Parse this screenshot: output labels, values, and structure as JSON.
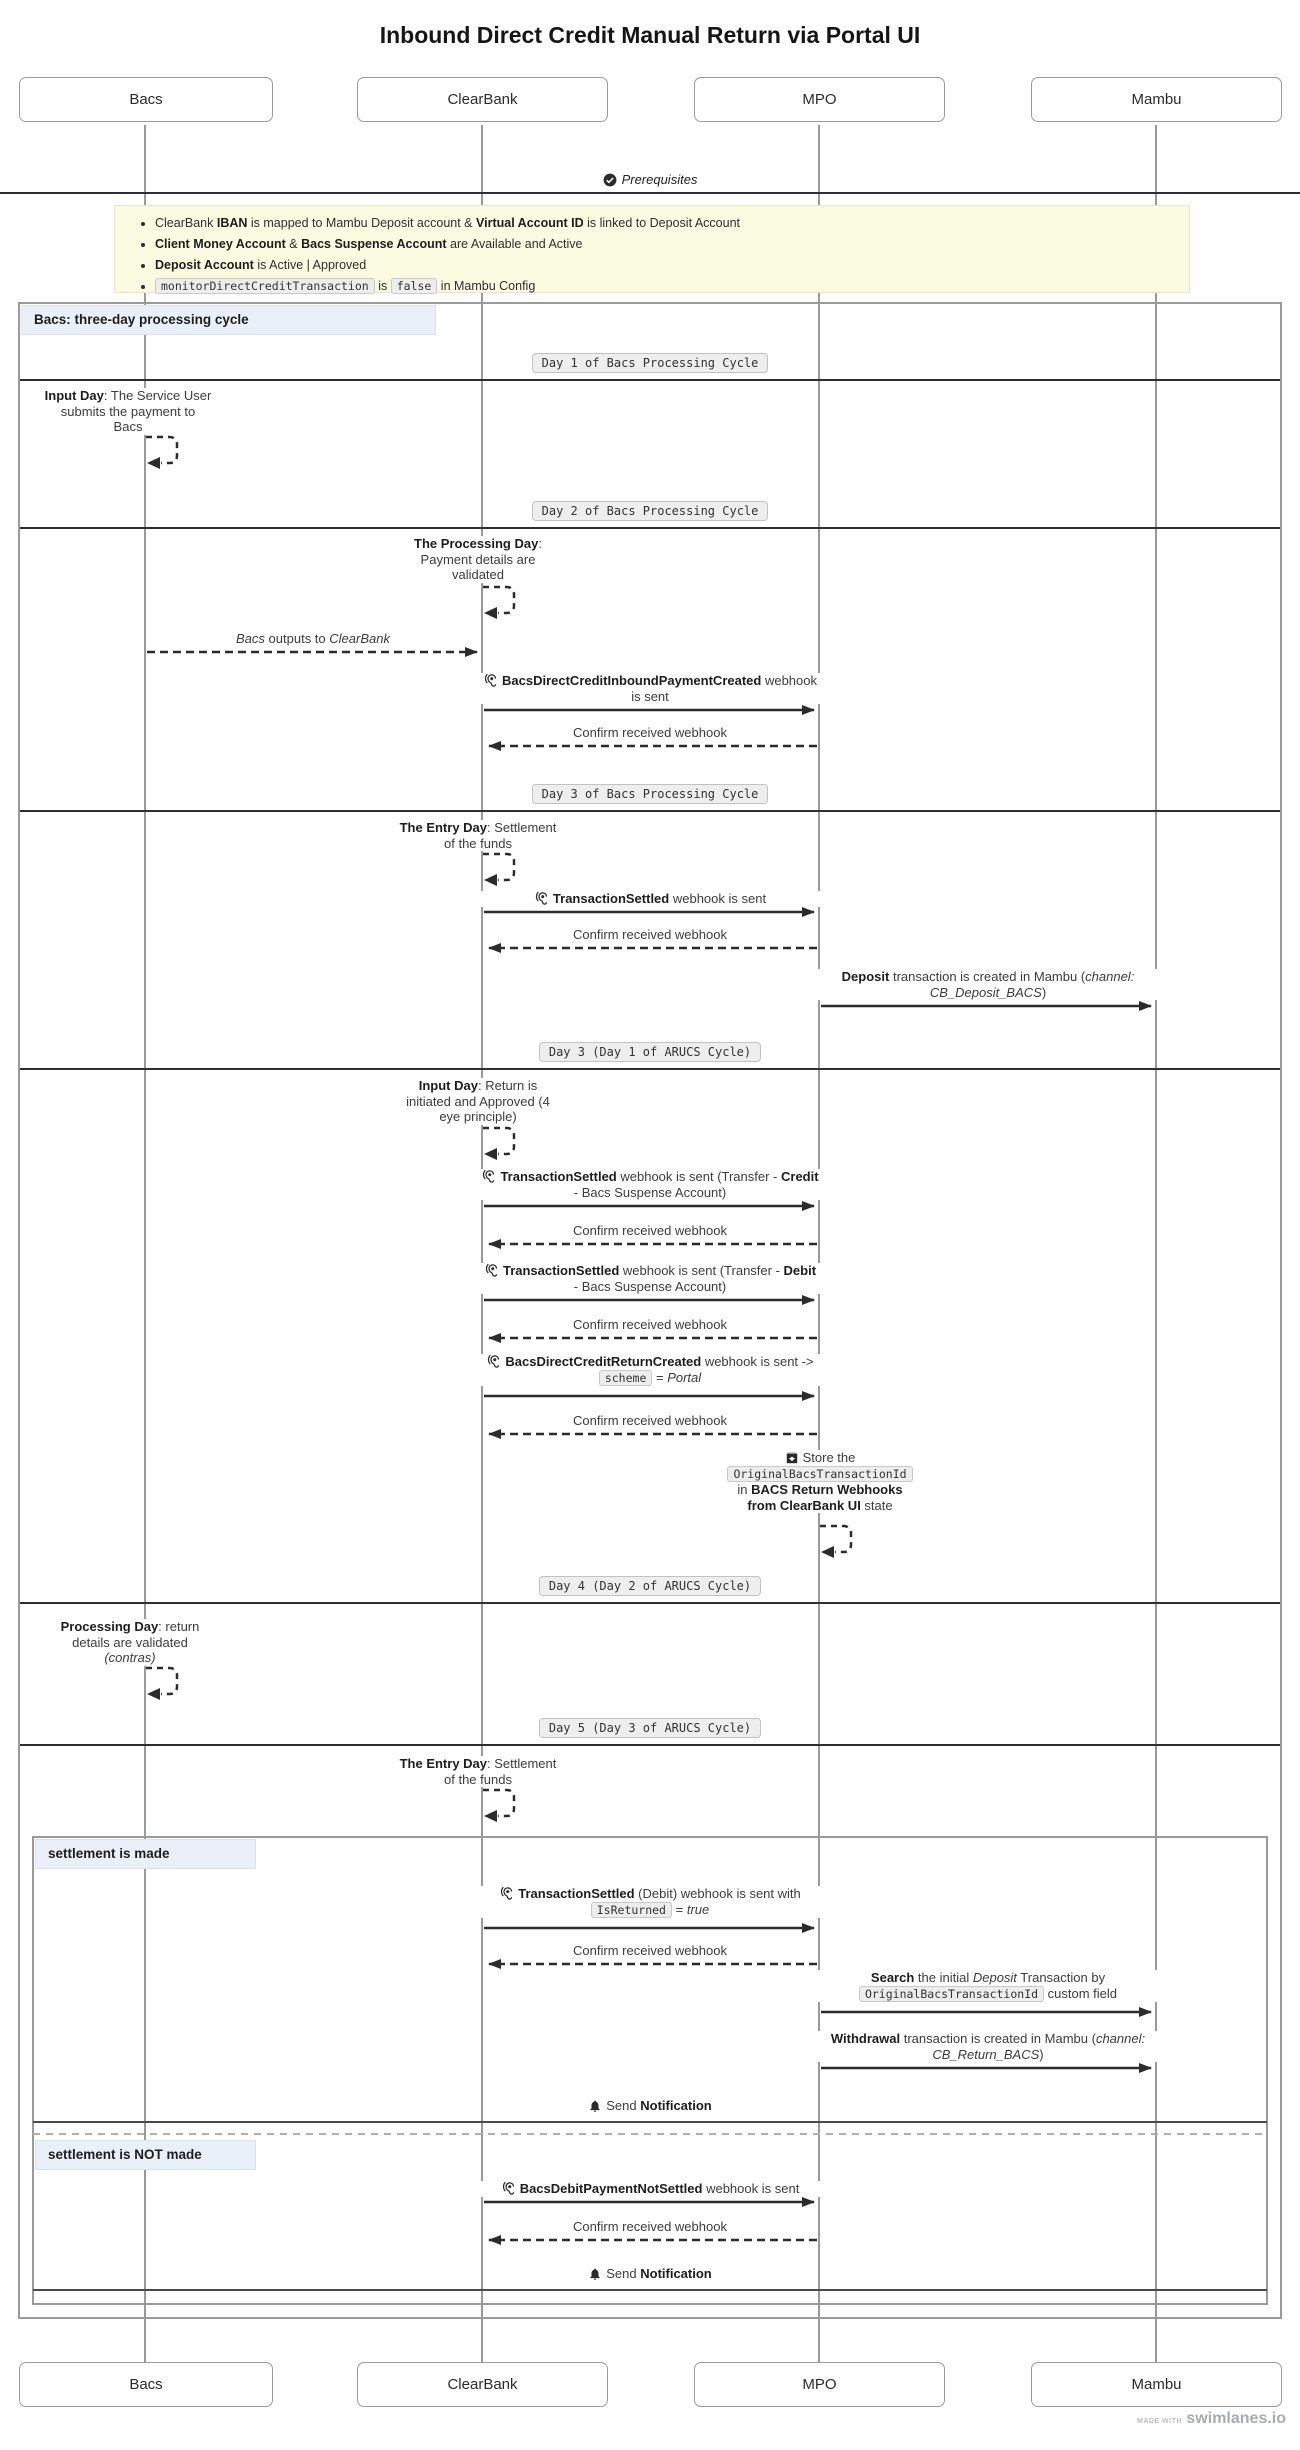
{
  "title": "Inbound Direct Credit Manual Return via Portal UI",
  "lanes": [
    "Bacs",
    "ClearBank",
    "MPO",
    "Mambu"
  ],
  "prerequisites_label": "Prerequisites",
  "note_bullets": [
    [
      {
        "t": "ClearBank "
      },
      {
        "t": "IBAN",
        "b": true
      },
      {
        "t": " is mapped to Mambu Deposit account & "
      },
      {
        "t": "Virtual Account ID",
        "b": true
      },
      {
        "t": " is linked to Deposit Account"
      }
    ],
    [
      {
        "t": "Client Money Account",
        "b": true
      },
      {
        "t": " & "
      },
      {
        "t": "Bacs Suspense Account",
        "b": true
      },
      {
        "t": " are Available and Active"
      }
    ],
    [
      {
        "t": "Deposit Account",
        "b": true
      },
      {
        "t": " is Active | Approved"
      }
    ],
    [
      {
        "t": "monitorDirectCreditTransaction",
        "c": true
      },
      {
        "t": " is "
      },
      {
        "t": "false",
        "c": true
      },
      {
        "t": " in Mambu Config"
      }
    ]
  ],
  "groups": {
    "outer": "Bacs: three-day processing cycle",
    "alt_if": "settlement is made",
    "alt_else": "settlement is NOT made"
  },
  "dividers": [
    "Day 1 of Bacs Processing Cycle",
    "Day 2 of Bacs Processing Cycle",
    "Day 3 of Bacs Processing Cycle",
    "Day 3 (Day 1 of ARUCS Cycle)",
    "Day 4 (Day 2 of ARUCS Cycle)",
    "Day 5 (Day 3 of ARUCS Cycle)"
  ],
  "messages": {
    "m01": [
      {
        "t": "Input Day",
        "b": true
      },
      {
        "t": ": The Service User"
      },
      {
        "br": true
      },
      {
        "t": "submits the payment to"
      },
      {
        "br": true
      },
      {
        "t": "Bacs"
      }
    ],
    "m02": [
      {
        "t": "The Processing Day",
        "b": true
      },
      {
        "t": ":"
      },
      {
        "br": true
      },
      {
        "t": "Payment details are"
      },
      {
        "br": true
      },
      {
        "t": "validated"
      }
    ],
    "m03": [
      {
        "t": "Bacs",
        "i": true
      },
      {
        "t": " outputs to "
      },
      {
        "t": "ClearBank",
        "i": true
      }
    ],
    "m04": [
      {
        "t": "BacsDirectCreditInboundPaymentCreated",
        "b": true
      },
      {
        "t": " webhook"
      },
      {
        "br": true
      },
      {
        "t": "is sent"
      }
    ],
    "confirm": [
      {
        "t": "Confirm received webhook"
      }
    ],
    "m06": [
      {
        "t": "The Entry Day",
        "b": true
      },
      {
        "t": ": Settlement"
      },
      {
        "br": true
      },
      {
        "t": "of the funds"
      }
    ],
    "m07": [
      {
        "t": "TransactionSettled",
        "b": true
      },
      {
        "t": " webhook is sent"
      }
    ],
    "m09": [
      {
        "t": "Deposit",
        "b": true
      },
      {
        "t": " transaction is created in Mambu ("
      },
      {
        "t": "channel:",
        "i": true
      },
      {
        "br": true
      },
      {
        "t": "CB_Deposit_BACS",
        "i": true
      },
      {
        "t": ")"
      }
    ],
    "m10": [
      {
        "t": "Input Day",
        "b": true
      },
      {
        "t": ": Return is"
      },
      {
        "br": true
      },
      {
        "t": "initiated and Approved (4"
      },
      {
        "br": true
      },
      {
        "t": "eye principle)"
      }
    ],
    "m11": [
      {
        "t": "TransactionSettled",
        "b": true
      },
      {
        "t": " webhook is sent (Transfer - "
      },
      {
        "t": "Credit",
        "b": true
      },
      {
        "br": true
      },
      {
        "t": "- Bacs Suspense Account)"
      }
    ],
    "m13": [
      {
        "t": "TransactionSettled",
        "b": true
      },
      {
        "t": " webhook is sent (Transfer - "
      },
      {
        "t": "Debit",
        "b": true
      },
      {
        "br": true
      },
      {
        "t": "- Bacs Suspense Account)"
      }
    ],
    "m15": [
      {
        "t": "BacsDirectCreditReturnCreated",
        "b": true
      },
      {
        "t": " webhook is sent ->"
      },
      {
        "br": true
      },
      {
        "t": "scheme",
        "c": true
      },
      {
        "t": " = "
      },
      {
        "t": "Portal",
        "i": true
      }
    ],
    "m17": [
      {
        "t": "Store the"
      },
      {
        "br": true
      },
      {
        "t": "OriginalBacsTransactionId",
        "c": true
      },
      {
        "br": true
      },
      {
        "t": "in "
      },
      {
        "t": "BACS Return Webhooks",
        "b": true
      },
      {
        "br": true
      },
      {
        "t": "from ClearBank UI",
        "b": true
      },
      {
        "t": " state"
      }
    ],
    "m18": [
      {
        "t": "Processing Day",
        "b": true
      },
      {
        "t": ": return"
      },
      {
        "br": true
      },
      {
        "t": "details are validated"
      },
      {
        "br": true
      },
      {
        "t": "(contras)",
        "i": true
      }
    ],
    "m20": [
      {
        "t": "TransactionSettled",
        "b": true
      },
      {
        "t": " (Debit) webhook is sent with"
      },
      {
        "br": true
      },
      {
        "t": "IsReturned",
        "c": true
      },
      {
        "t": " = "
      },
      {
        "t": "true",
        "i": true
      }
    ],
    "m22": [
      {
        "t": "Search",
        "b": true
      },
      {
        "t": " the initial "
      },
      {
        "t": "Deposit",
        "i": true
      },
      {
        "t": " Transaction by"
      },
      {
        "br": true
      },
      {
        "t": "OriginalBacsTransactionId",
        "c": true
      },
      {
        "t": " custom field"
      }
    ],
    "m23": [
      {
        "t": "Withdrawal",
        "b": true
      },
      {
        "t": " transaction is created in Mambu ("
      },
      {
        "t": "channel:",
        "i": true
      },
      {
        "br": true
      },
      {
        "t": "CB_Return_BACS",
        "i": true
      },
      {
        "t": ")"
      }
    ],
    "m24": [
      {
        "t": "Send "
      },
      {
        "t": "Notification",
        "b": true
      }
    ],
    "m25": [
      {
        "t": "BacsDebitPaymentNotSettled",
        "b": true
      },
      {
        "t": " webhook is sent"
      }
    ]
  },
  "footer": {
    "made_with": "MADE WITH",
    "brand": "swimlanes.io"
  },
  "colors": {
    "note_bg": "#fbfbe2",
    "group_label_bg": "#eaf0f9",
    "chip_bg": "#eeeeee",
    "lifeline": "#9a9a9a",
    "arrow": "#2b2b2b",
    "divider": "#333333"
  }
}
